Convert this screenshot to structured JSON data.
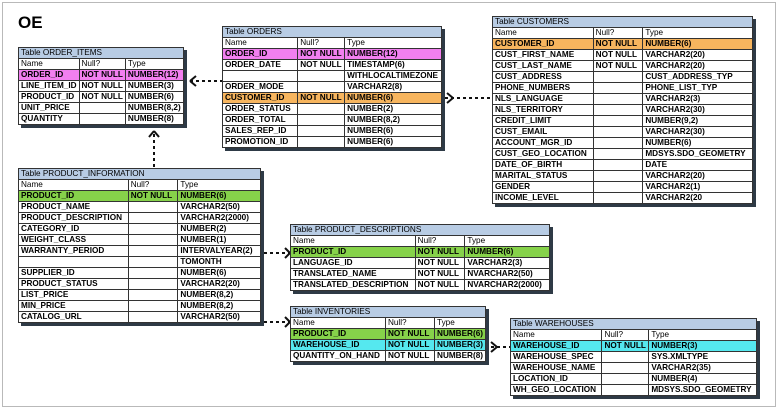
{
  "title": "OE",
  "null_header": "Null?",
  "tables": [
    {
      "key": "order_items",
      "caption": "Table ORDER_ITEMS",
      "columns": [
        "Name",
        "Null?",
        "Type"
      ],
      "rows": [
        {
          "name": "ORDER_ID",
          "null": "NOT NULL",
          "type": "NUMBER(12)",
          "hl": "magenta"
        },
        {
          "name": "LINE_ITEM_ID",
          "null": "NOT NULL",
          "type": "NUMBER(3)"
        },
        {
          "name": "PRODUCT_ID",
          "null": "NOT NULL",
          "type": "NUMBER(6)"
        },
        {
          "name": "UNIT_PRICE",
          "null": "",
          "type": "NUMBER(8,2)"
        },
        {
          "name": "QUANTITY",
          "null": "",
          "type": "NUMBER(8)"
        }
      ]
    },
    {
      "key": "orders",
      "caption": "Table ORDERS",
      "columns": [
        "Name",
        "Null?",
        "Type"
      ],
      "rows": [
        {
          "name": "ORDER_ID",
          "null": "NOT NULL",
          "type": "NUMBER(12)",
          "hl": "magenta"
        },
        {
          "name": "ORDER_DATE",
          "null": "NOT NULL",
          "type": "TIMESTAMP(6)"
        },
        {
          "name": "",
          "null": "",
          "type": "WITHLOCALTIMEZONE"
        },
        {
          "name": "ORDER_MODE",
          "null": "",
          "type": "VARCHAR2(8)"
        },
        {
          "name": "CUSTOMER_ID",
          "null": "NOT NULL",
          "type": "NUMBER(6)",
          "hl": "orange"
        },
        {
          "name": "ORDER_STATUS",
          "null": "",
          "type": "NUMBER(2)"
        },
        {
          "name": "ORDER_TOTAL",
          "null": "",
          "type": "NUMBER(8,2)"
        },
        {
          "name": "SALES_REP_ID",
          "null": "",
          "type": "NUMBER(6)"
        },
        {
          "name": "PROMOTION_ID",
          "null": "",
          "type": "NUMBER(6)"
        }
      ]
    },
    {
      "key": "customers",
      "caption": "Table CUSTOMERS",
      "columns": [
        "Name",
        "Null?",
        "Type"
      ],
      "rows": [
        {
          "name": "CUSTOMER_ID",
          "null": "NOT NULL",
          "type": "NUMBER(6)",
          "hl": "orange"
        },
        {
          "name": "CUST_FIRST_NAME",
          "null": "NOT NULL",
          "type": "VARCHAR2(20)"
        },
        {
          "name": "CUST_LAST_NAME",
          "null": "NOT NULL",
          "type": "VARCHAR2(20)"
        },
        {
          "name": "CUST_ADDRESS",
          "null": "",
          "type": "CUST_ADDRESS_TYP"
        },
        {
          "name": "PHONE_NUMBERS",
          "null": "",
          "type": "PHONE_LIST_TYP"
        },
        {
          "name": "NLS_LANGUAGE",
          "null": "",
          "type": "VARCHAR2(3)"
        },
        {
          "name": "NLS_TERRITORY",
          "null": "",
          "type": "VARCHAR2(30)"
        },
        {
          "name": "CREDIT_LIMIT",
          "null": "",
          "type": "NUMBER(9,2)"
        },
        {
          "name": "CUST_EMAIL",
          "null": "",
          "type": "VARCHAR2(30)"
        },
        {
          "name": "ACCOUNT_MGR_ID",
          "null": "",
          "type": "NUMBER(6)"
        },
        {
          "name": "CUST_GEO_LOCATION",
          "null": "",
          "type": "MDSYS.SDO_GEOMETRY"
        },
        {
          "name": "DATE_OF_BIRTH",
          "null": "",
          "type": "DATE"
        },
        {
          "name": "MARITAL_STATUS",
          "null": "",
          "type": "VARCHAR2(20)"
        },
        {
          "name": "GENDER",
          "null": "",
          "type": "VARCHAR2(1)"
        },
        {
          "name": "INCOME_LEVEL",
          "null": "",
          "type": "VARCHAR2(20"
        }
      ]
    },
    {
      "key": "product_information",
      "caption": "Table PRODUCT_INFORMATION",
      "columns": [
        "Name",
        "Null?",
        "Type"
      ],
      "rows": [
        {
          "name": "PRODUCT_ID",
          "null": "NOT NULL",
          "type": "NUMBER(6)",
          "hl": "green"
        },
        {
          "name": "PRODUCT_NAME",
          "null": "",
          "type": "VARCHAR2(50)"
        },
        {
          "name": "PRODUCT_DESCRIPTION",
          "null": "",
          "type": "VARCHAR2(2000)"
        },
        {
          "name": "CATEGORY_ID",
          "null": "",
          "type": "NUMBER(2)"
        },
        {
          "name": "WEIGHT_CLASS",
          "null": "",
          "type": "NUMBER(1)"
        },
        {
          "name": "WARRANTY_PERIOD",
          "null": "",
          "type": "INTERVALYEAR(2)"
        },
        {
          "name": "",
          "null": "",
          "type": "TOMONTH"
        },
        {
          "name": "SUPPLIER_ID",
          "null": "",
          "type": "NUMBER(6)"
        },
        {
          "name": "PRODUCT_STATUS",
          "null": "",
          "type": "VARCHAR2(20)"
        },
        {
          "name": "LIST_PRICE",
          "null": "",
          "type": "NUMBER(8,2)"
        },
        {
          "name": "MIN_PRICE",
          "null": "",
          "type": "NUMBER(8,2)"
        },
        {
          "name": "CATALOG_URL",
          "null": "",
          "type": "VARCHAR2(50)"
        }
      ]
    },
    {
      "key": "product_descriptions",
      "caption": "Table PRODUCT_DESCRIPTIONS",
      "columns": [
        "Name",
        "Null?",
        "Type"
      ],
      "rows": [
        {
          "name": "PRODUCT_ID",
          "null": "NOT NULL",
          "type": "NUMBER(6)",
          "hl": "green"
        },
        {
          "name": "LANGUAGE_ID",
          "null": "NOT NULL",
          "type": "VARCHAR2(3)"
        },
        {
          "name": "TRANSLATED_NAME",
          "null": "NOT NULL",
          "type": "NVARCHAR2(50)"
        },
        {
          "name": "TRANSLATED_DESCRIPTION",
          "null": "NOT NULL",
          "type": "NVARCHAR2(2000)"
        }
      ]
    },
    {
      "key": "inventories",
      "caption": "Table INVENTORIES",
      "columns": [
        "Name",
        "Null?",
        "Type"
      ],
      "rows": [
        {
          "name": "PRODUCT_ID",
          "null": "NOT NULL",
          "type": "NUMBER(6)",
          "hl": "green"
        },
        {
          "name": "WAREHOUSE_ID",
          "null": "NOT NULL",
          "type": "NUMBER(3)",
          "hl": "cyan"
        },
        {
          "name": "QUANTITY_ON_HAND",
          "null": "NOT NULL",
          "type": "NUMBER(8)"
        }
      ]
    },
    {
      "key": "warehouses",
      "caption": "Table WAREHOUSES",
      "columns": [
        "Name",
        "Null?",
        "Type"
      ],
      "rows": [
        {
          "name": "WAREHOUSE_ID",
          "null": "NOT NULL",
          "type": "NUMBER(3)",
          "hl": "cyan"
        },
        {
          "name": "WAREHOUSE_SPEC",
          "null": "",
          "type": "SYS.XMLTYPE"
        },
        {
          "name": "WAREHOUSE_NAME",
          "null": "",
          "type": "VARCHAR2(35)"
        },
        {
          "name": "LOCATION_ID",
          "null": "",
          "type": "NUMBER(4)"
        },
        {
          "name": "WH_GEO_LOCATION",
          "null": "",
          "type": "MDSYS.SDO_GEOMETRY"
        }
      ]
    }
  ],
  "colors": {
    "header": "#b8cce4",
    "order_id": "#f27ff0",
    "customer_id": "#f7b55e",
    "product_id": "#86d24a",
    "warehouse_id": "#55e8ef"
  }
}
